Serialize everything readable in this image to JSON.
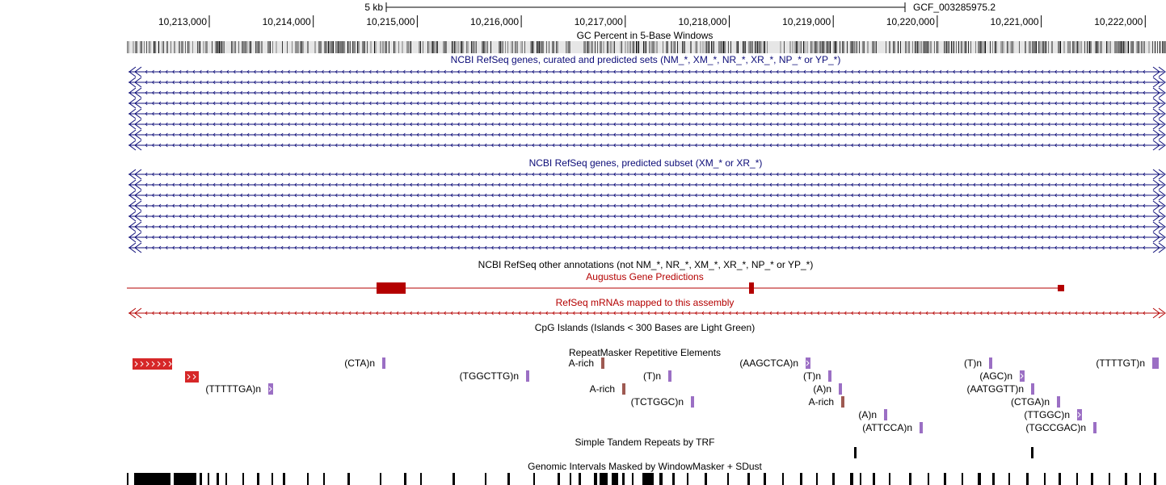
{
  "ruler": {
    "scale_label": "5 kb",
    "assembly": "GCF_003285975.2",
    "positions": [
      {
        "label": "10,213,000",
        "pos": 10213000
      },
      {
        "label": "10,214,000",
        "pos": 10214000
      },
      {
        "label": "10,215,000",
        "pos": 10215000
      },
      {
        "label": "10,216,000",
        "pos": 10216000
      },
      {
        "label": "10,217,000",
        "pos": 10217000
      },
      {
        "label": "10,218,000",
        "pos": 10218000
      },
      {
        "label": "10,219,000",
        "pos": 10219000
      },
      {
        "label": "10,220,000",
        "pos": 10220000
      },
      {
        "label": "10,221,000",
        "pos": 10221000
      },
      {
        "label": "10,222,000",
        "pos": 10222000
      }
    ]
  },
  "tracks": {
    "gc_percent": {
      "title": "GC Percent in 5-Base Windows"
    },
    "refseq_curated": {
      "title": "NCBI RefSeq genes, curated and predicted sets (NM_*, XM_*, NR_*, XR_*, NP_* or YP_*)",
      "color": "#0c0c78",
      "transcripts": 8
    },
    "refseq_predicted": {
      "title": "NCBI RefSeq genes, predicted subset (XM_* or XR_*)",
      "color": "#0c0c78",
      "transcripts": 8
    },
    "refseq_other": {
      "title": "NCBI RefSeq other annotations (not NM_*, NR_*, XM_*, XR_*, NP_* or YP_*)"
    },
    "augustus": {
      "title": "Augustus Gene Predictions",
      "color": "#b40000"
    },
    "refseq_mrna": {
      "title": "RefSeq mRNAs mapped to this assembly",
      "color": "#b40000"
    },
    "cpg": {
      "title": "CpG Islands (Islands < 300 Bases are Light Green)"
    },
    "repeatmasker": {
      "title": "RepeatMasker Repetitive Elements",
      "elements": [
        {
          "name": "(CTA)n",
          "color": "#9b6fc4"
        },
        {
          "name": "A-rich",
          "color": "#9e5a52"
        },
        {
          "name": "(AAGCTCA)n",
          "color": "#9b6fc4"
        },
        {
          "name": "(T)n",
          "color": "#9b6fc4"
        },
        {
          "name": "(TTTTGT)n",
          "color": "#9b6fc4"
        },
        {
          "name": "(TGGCTTG)n",
          "color": "#9b6fc4"
        },
        {
          "name": "(T)n",
          "color": "#9b6fc4"
        },
        {
          "name": "(T)n",
          "color": "#9b6fc4"
        },
        {
          "name": "(AGC)n",
          "color": "#9b6fc4"
        },
        {
          "name": "(TTTTTGA)n",
          "color": "#9b6fc4"
        },
        {
          "name": "A-rich",
          "color": "#9e5a52"
        },
        {
          "name": "(A)n",
          "color": "#9b6fc4"
        },
        {
          "name": "(AATGGTT)n",
          "color": "#9b6fc4"
        },
        {
          "name": "(TCTGGC)n",
          "color": "#9b6fc4"
        },
        {
          "name": "A-rich",
          "color": "#9e5a52"
        },
        {
          "name": "(CTGA)n",
          "color": "#9b6fc4"
        },
        {
          "name": "(A)n",
          "color": "#9b6fc4"
        },
        {
          "name": "(TTGGC)n",
          "color": "#9b6fc4"
        },
        {
          "name": "(ATTCCA)n",
          "color": "#9b6fc4"
        },
        {
          "name": "(TGCCGAC)n",
          "color": "#9b6fc4"
        }
      ]
    },
    "trf": {
      "title": "Simple Tandem Repeats by TRF"
    },
    "windowmasker": {
      "title": "Genomic Intervals Masked by WindowMasker + SDust"
    }
  }
}
